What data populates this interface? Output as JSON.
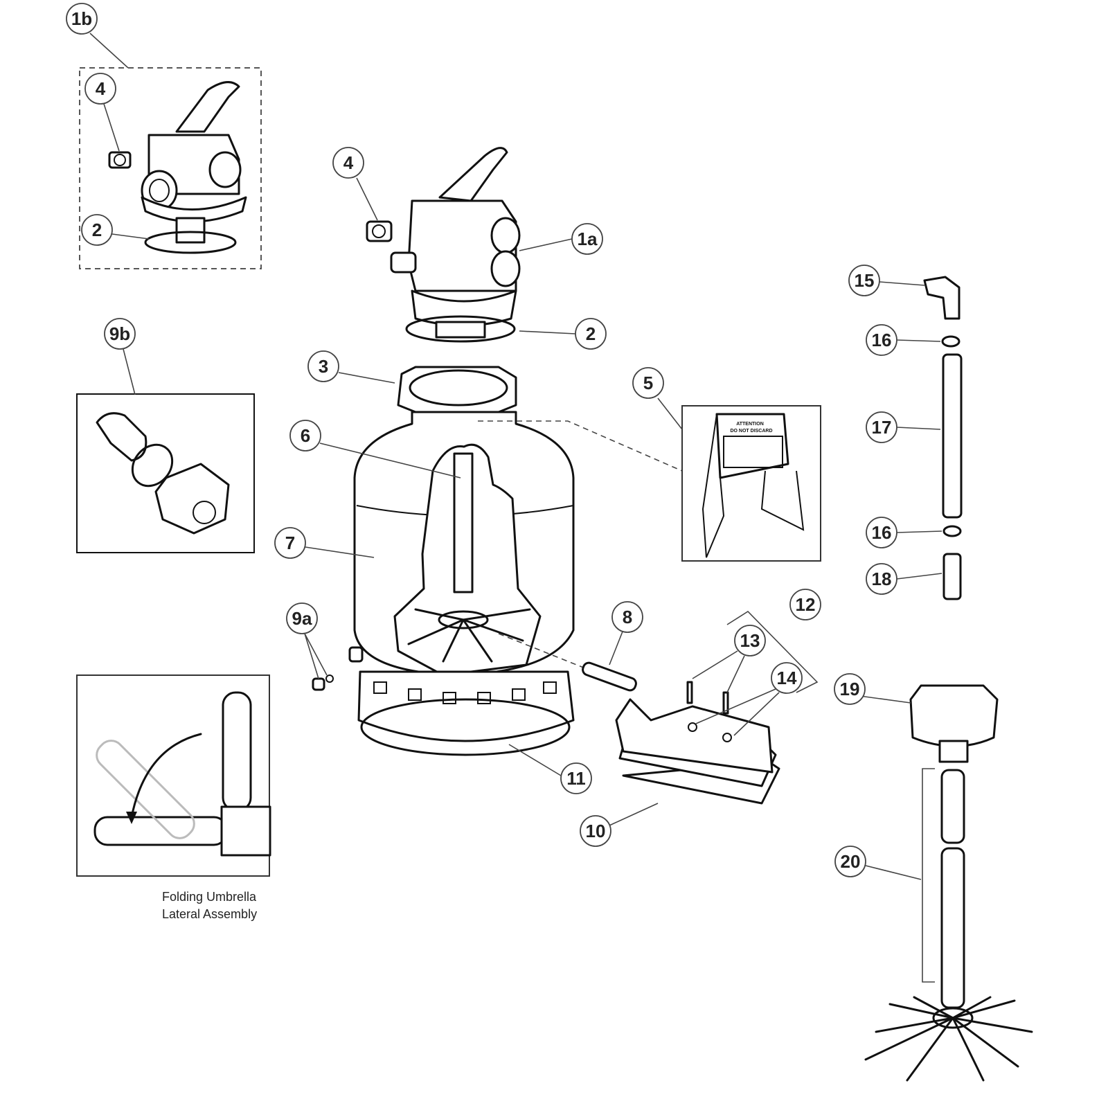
{
  "callouts": {
    "c1b": "1b",
    "c4a": "4",
    "c2a": "2",
    "c4b": "4",
    "c1a": "1a",
    "c2b": "2",
    "c15": "15",
    "c16a": "16",
    "c3": "3",
    "c9b": "9b",
    "c5": "5",
    "c6": "6",
    "c17": "17",
    "c16b": "16",
    "c7": "7",
    "c18": "18",
    "c12": "12",
    "c8": "8",
    "c9a": "9a",
    "c13": "13",
    "c14": "14",
    "c19": "19",
    "c11": "11",
    "c10": "10",
    "c20": "20"
  },
  "inset_caption": {
    "line1": "Folding Umbrella",
    "line2": "Lateral Assembly"
  },
  "sign": {
    "line1": "ATTENTION",
    "line2": "DO NOT DISCARD"
  }
}
